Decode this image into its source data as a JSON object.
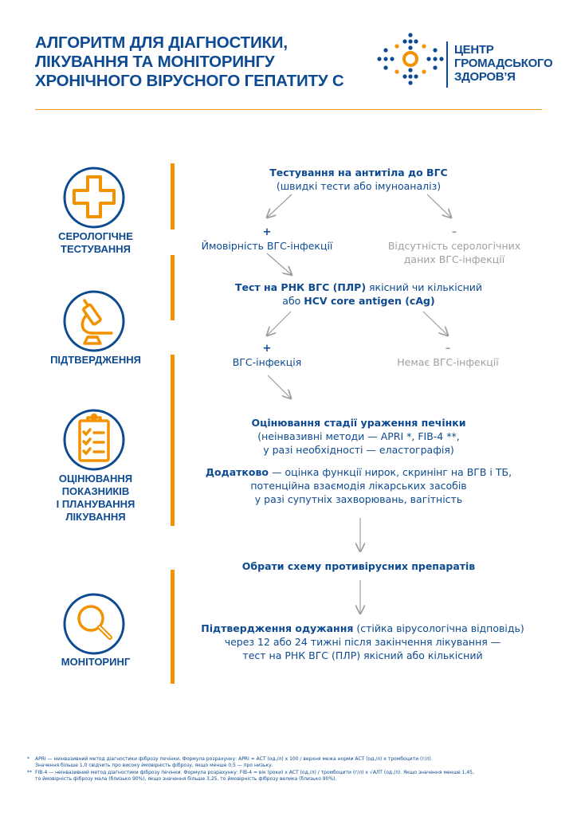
{
  "header": {
    "title_lines": [
      "АЛГОРИТМ ДЛЯ ДІАГНОСТИКИ,",
      "ЛІКУВАННЯ ТА МОНІТОРИНГУ",
      "ХРОНІЧНОГО ВІРУСНОГО ГЕПАТИТУ С"
    ],
    "logo": {
      "icon": "dot-pattern-logo-icon",
      "text_lines": [
        "ЦЕНТР",
        "ГРОМАДСЬКОГО",
        "ЗДОРОВ’Я"
      ]
    }
  },
  "colors": {
    "brand_blue": "#0d4a91",
    "accent_orange": "#f39200",
    "muted_gray": "#a0a0a0"
  },
  "stages": [
    {
      "id": "serology",
      "icon": "medical-cross-icon",
      "label_lines": [
        "СЕРОЛОГІЧНЕ",
        "ТЕСТУВАННЯ"
      ]
    },
    {
      "id": "confirmation",
      "icon": "microscope-icon",
      "label_lines": [
        "ПІДТВЕРДЖЕННЯ"
      ]
    },
    {
      "id": "assessment",
      "icon": "clipboard-checklist-icon",
      "label_lines": [
        "ОЦІНЮВАННЯ",
        "ПОКАЗНИКІВ",
        "І ПЛАНУВАННЯ",
        "ЛІКУВАННЯ"
      ]
    },
    {
      "id": "monitoring",
      "icon": "magnifier-icon",
      "label_lines": [
        "МОНІТОРИНГ"
      ]
    }
  ],
  "flow": {
    "antibody_test": {
      "title": "Тестування на антитіла до ВГС",
      "subtitle": "(швидкі тести або імуноаналіз)"
    },
    "serology_positive": {
      "sign": "+",
      "text": "Ймовірність ВГС-інфекції"
    },
    "serology_negative": {
      "sign": "–",
      "text_lines": [
        "Відсутність серологічних",
        "даних ВГС-інфекції"
      ]
    },
    "rna_test": {
      "line1_bold": "Тест на РНК ВГС (ПЛР)",
      "line1_regular": " якісний чи кількісний",
      "line2_regular": "або ",
      "line2_bold": "HCV core antigen (cAg)"
    },
    "confirm_positive": {
      "sign": "+",
      "text": "ВГС-інфекція"
    },
    "confirm_negative": {
      "sign": "–",
      "text": "Немає ВГС-інфекції"
    },
    "liver_assessment": {
      "title": "Оцінювання стадії ураження печінки",
      "lines": [
        "(неінвазивні методи — APRI *, FIB-4 **,",
        "у разі необхідності — еластографія)"
      ]
    },
    "additional": {
      "bold": "Додатково",
      "line1_rest": " — оцінка функції нирок, скринінг на ВГВ і ТБ,",
      "lines": [
        "потенційна взаємодія лікарських засобів",
        "у разі супутніх захворювань, вагітність"
      ]
    },
    "choose_regimen": "Обрати схему противірусних препаратів",
    "cure_confirmation": {
      "bold": "Підтвердження одужання",
      "line1_rest": " (стійка вірусологічна відповідь)",
      "lines": [
        "через 12 або 24 тижні після закінчення лікування —",
        "тест на РНК ВГС (ПЛР) якісний або кількісний"
      ]
    }
  },
  "footnotes": [
    {
      "marker": "*",
      "lines": [
        "APRI — неінвазивний метод діагностики фіброзу печінки. Формула розрахунку: APRI = АСТ (од./л) х 100 / верхня межа норми АСТ (од./л) х тромбоцити (г/л).",
        "Значення більше 1,0 свідчить про високу ймовірність фіброзу, якщо менше 0,5 — про низьку."
      ]
    },
    {
      "marker": "**",
      "lines": [
        "FIB-4 — неінвазивний метод діагностики фіброзу печінки. Формула розрахунку: FIB-4 = вік (роки) х АСТ (од./л) / тромбоцити (г/л) х √АЛТ (од./л). Якщо значення менше 1,45,",
        "то ймовірність фіброзу мала (близько 90%), якщо значення більше 3,25, то ймовірність фіброзу велика (близько 90%)."
      ]
    }
  ]
}
